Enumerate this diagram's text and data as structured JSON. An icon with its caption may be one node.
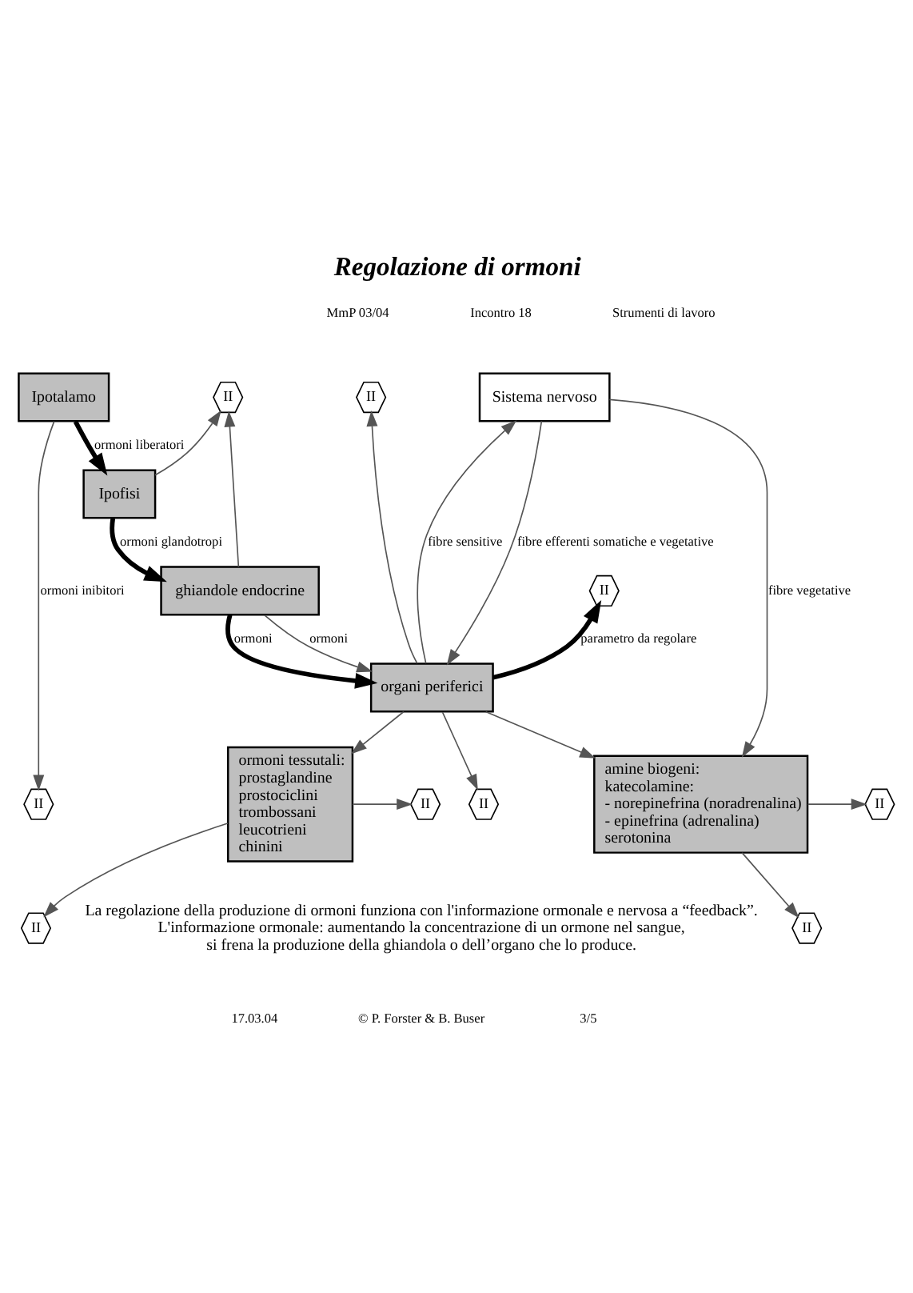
{
  "diagram": {
    "title": "Regolazione di ormoni",
    "nodes": [
      {
        "text": [
          "Sistema nervoso"
        ]
      },
      {
        "text": [
          "Ipotalamo"
        ]
      },
      {
        "text": [
          "II"
        ]
      },
      {
        "text": [
          "II"
        ]
      },
      {
        "text": [
          "II"
        ]
      },
      {
        "text": [
          "Ipofisi"
        ]
      },
      {
        "text": [
          "II"
        ]
      },
      {
        "text": [
          "II"
        ]
      },
      {
        "text": [
          "ghiandole endocrine"
        ]
      },
      {
        "text": [
          "organi periferici"
        ]
      },
      {
        "text": [
          "II"
        ]
      },
      {
        "text": [
          "II"
        ]
      },
      {
        "text": [
          "II"
        ]
      },
      {
        "text": [
          "ormoni tessutali:",
          "prostaglandine",
          "prostociclini",
          "trombossani",
          "leucotrieni",
          "chinini"
        ]
      },
      {
        "text": [
          "II"
        ]
      },
      {
        "text": [
          "amine biogeni:",
          "katecolamine:",
          "- norepinefrina (noradrenalina)",
          "- epinefrina (adrenalina)",
          "serotonina"
        ]
      }
    ],
    "edges": [
      {
        "from": 1,
        "to": 5,
        "arrow": "to",
        "label": "ormoni liberatori",
        "style": "thick"
      },
      {
        "from": 1,
        "to": 4,
        "arrow": "to",
        "label": "ormoni inibitori"
      },
      {
        "from": 5,
        "to": 2,
        "arrow": "to"
      },
      {
        "from": 5,
        "to": 8,
        "arrow": "to",
        "label": "ormoni glandotropi",
        "style": "thick"
      },
      {
        "from": 8,
        "to": 2,
        "arrow": "to"
      },
      {
        "from": 9,
        "to": 7,
        "arrow": "to",
        "label": "parametro da regolare",
        "style": "thick"
      },
      {
        "from": 8,
        "to": 9,
        "arrow": "to",
        "label": "ormoni",
        "style": "thick"
      },
      {
        "from": 8,
        "to": 9,
        "arrow": "to",
        "label": "ormoni"
      },
      {
        "from": 9,
        "to": 3,
        "arrow": "to"
      },
      {
        "from": 9,
        "to": 6,
        "arrow": "to"
      },
      {
        "from": 0,
        "to": 9,
        "arrow": "to",
        "label": "fibre efferenti somatiche e vegetative"
      },
      {
        "from": 9,
        "to": 0,
        "arrow": "to",
        "label": "fibre sensitive"
      },
      {
        "from": 0,
        "to": 15,
        "arrow": "to",
        "label": "fibre vegetative"
      },
      {
        "from": 9,
        "to": 15,
        "arrow": "to"
      },
      {
        "from": 13,
        "to": 10,
        "arrow": "to"
      },
      {
        "from": 9,
        "to": 13,
        "arrow": "to"
      },
      {
        "from": 13,
        "to": 12,
        "arrow": "to"
      },
      {
        "from": 15,
        "to": 11,
        "arrow": "to"
      },
      {
        "from": 15,
        "to": 14,
        "arrow": "to"
      }
    ],
    "labels": [
      "MmP 03/04",
      "Incontro 18",
      "Strumenti di lavoro",
      "La regolazione della produzione di ormoni funziona con l'informazione ormonale e nervosa a “feedback”. L'informazione ormonale: aumentando la concentrazione di un ormone nel sangue, si frena la produzione della ghiandola o dell’organo che lo produce.",
      "17.03.04",
      "© P. Forster & B. Buser",
      "3/5"
    ]
  }
}
